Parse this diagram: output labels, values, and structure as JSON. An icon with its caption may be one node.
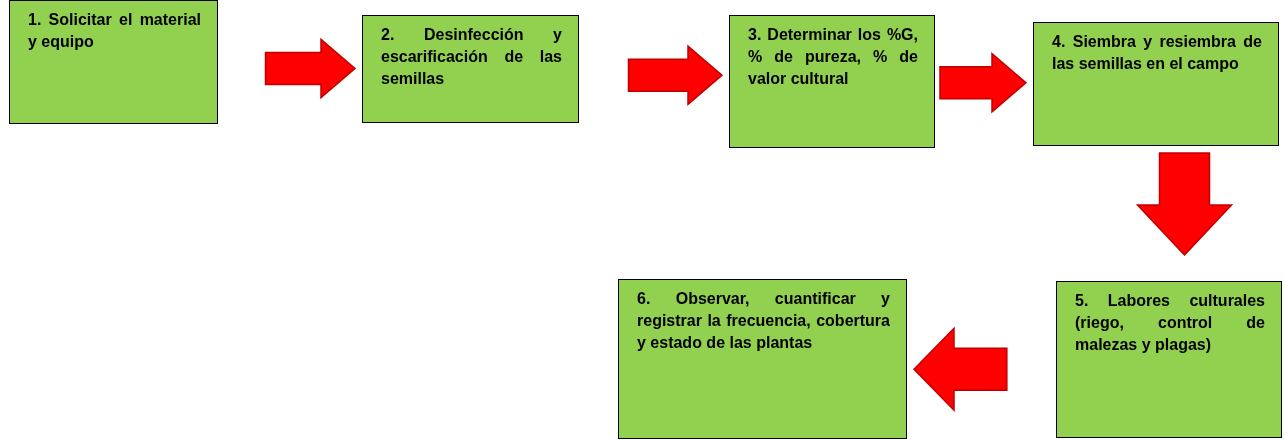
{
  "diagram": {
    "nodes": [
      {
        "text": [
          "1. Solicitar el material y equipo"
        ]
      },
      {
        "text": [
          "2. Desinfección y escarificación de las semillas"
        ]
      },
      {
        "text": [
          "3. Determinar los %G, % de pureza, % de valor cultural"
        ]
      },
      {
        "text": [
          "4. Siembra y resiembra de las semillas en el campo"
        ]
      },
      {
        "text": [
          "5. Labores culturales (riego, control de malezas y plagas)"
        ]
      },
      {
        "text": [
          "6. Observar, cuantificar y registrar la frecuencia, cobertura y estado de las plantas"
        ]
      }
    ],
    "edges": [
      {
        "from": 0,
        "to": 1,
        "arrow": "to"
      },
      {
        "from": 1,
        "to": 2,
        "arrow": "to"
      },
      {
        "from": 2,
        "to": 3,
        "arrow": "to"
      },
      {
        "from": 3,
        "to": 4,
        "arrow": "to"
      },
      {
        "from": 4,
        "to": 5,
        "arrow": "to"
      }
    ]
  }
}
